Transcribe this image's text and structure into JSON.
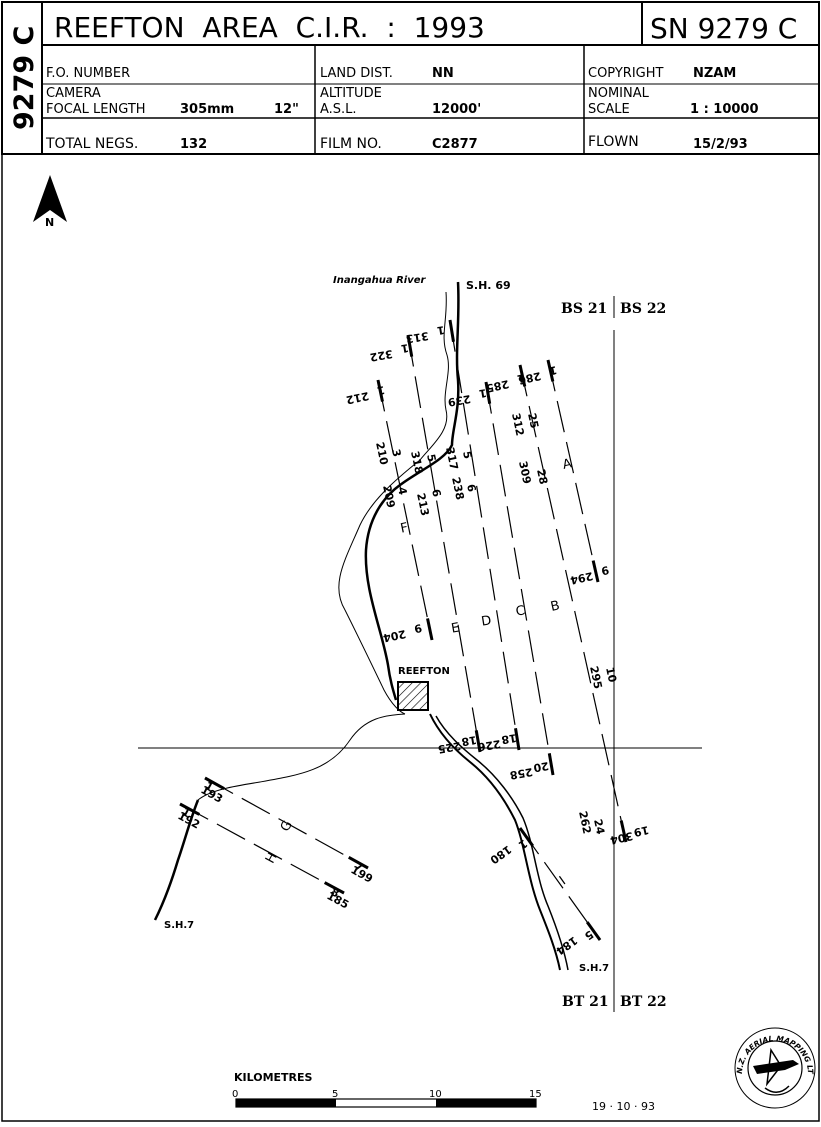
{
  "header": {
    "side_code": "9279 C",
    "title": "REEFTON  AREA  C.I.R.  :  1993",
    "sn": "SN 9279 C",
    "fo_number_label": "F.O. NUMBER",
    "land_dist_label": "LAND DIST.",
    "land_dist_value": "NN",
    "copyright_label": "COPYRIGHT",
    "copyright_value": "NZAM",
    "camera_label": "CAMERA",
    "focal_label": "FOCAL LENGTH",
    "focal_mm": "305mm",
    "focal_in": "12\"",
    "altitude_label": "ALTITUDE",
    "asl_label": "A.S.L.",
    "altitude_value": "12000'",
    "nominal_label": "NOMINAL",
    "scale_label": "SCALE",
    "scale_value": "1 : 10000",
    "total_negs_label": "TOTAL NEGS.",
    "total_negs_value": "132",
    "film_label": "FILM NO.",
    "film_value": "C2877",
    "flown_label": "FLOWN",
    "flown_value": "15/2/93"
  },
  "map": {
    "north": "N",
    "river": "Inangahua River",
    "sh69": "S.H. 69",
    "sh7_west": "S.H.7",
    "sh7_south": "S.H.7",
    "town": "REEFTON",
    "sheet_ne": "BS 21 | BS 22",
    "sheet_ne_left": "BS 21",
    "sheet_ne_right": "BS 22",
    "sheet_se_left": "BT 21",
    "sheet_se_right": "BT 22"
  },
  "strips": [
    {
      "letter": "A",
      "start_frame": "286",
      "start_num": "1",
      "end_frame": "294",
      "end_num": "9"
    },
    {
      "letter": "B",
      "start_frame": "285",
      "start_num": "1",
      "end_frame": "304",
      "end_num": "19"
    },
    {
      "letter": "C",
      "start_frame": "239",
      "start_num": "1",
      "end_frame": "258",
      "end_num": "20"
    },
    {
      "letter": "D",
      "start_frame": "313",
      "start_num": "1",
      "end_frame": "226",
      "end_num": "18"
    },
    {
      "letter": "E",
      "start_frame": "322",
      "start_num": "1",
      "end_frame": "225",
      "end_num": "18"
    },
    {
      "letter": "F",
      "start_frame": "212",
      "start_num": "1",
      "end_frame": "204",
      "end_num": "9"
    },
    {
      "letter": "G",
      "start_frame": "193",
      "start_num": "1",
      "end_frame": "199",
      "end_num": "7"
    },
    {
      "letter": "H",
      "start_frame": "192",
      "start_num": "1",
      "end_frame": "185",
      "end_num": "8"
    },
    {
      "letter": "I",
      "start_frame": "180",
      "start_num": "1",
      "end_frame": "184",
      "end_num": "5"
    }
  ],
  "mid_labels": [
    "312",
    "25",
    "309",
    "28",
    "317",
    "5",
    "238",
    "6",
    "318",
    "5",
    "213",
    "6",
    "210",
    "3",
    "209",
    "4",
    "295",
    "10",
    "262",
    "24"
  ],
  "scale_bar": {
    "title": "KILOMETRES",
    "ticks": [
      "0",
      "5",
      "10",
      "15"
    ]
  },
  "date": "19 · 10 · 93",
  "logo_text": "N.Z. AERIAL MAPPING LTD"
}
